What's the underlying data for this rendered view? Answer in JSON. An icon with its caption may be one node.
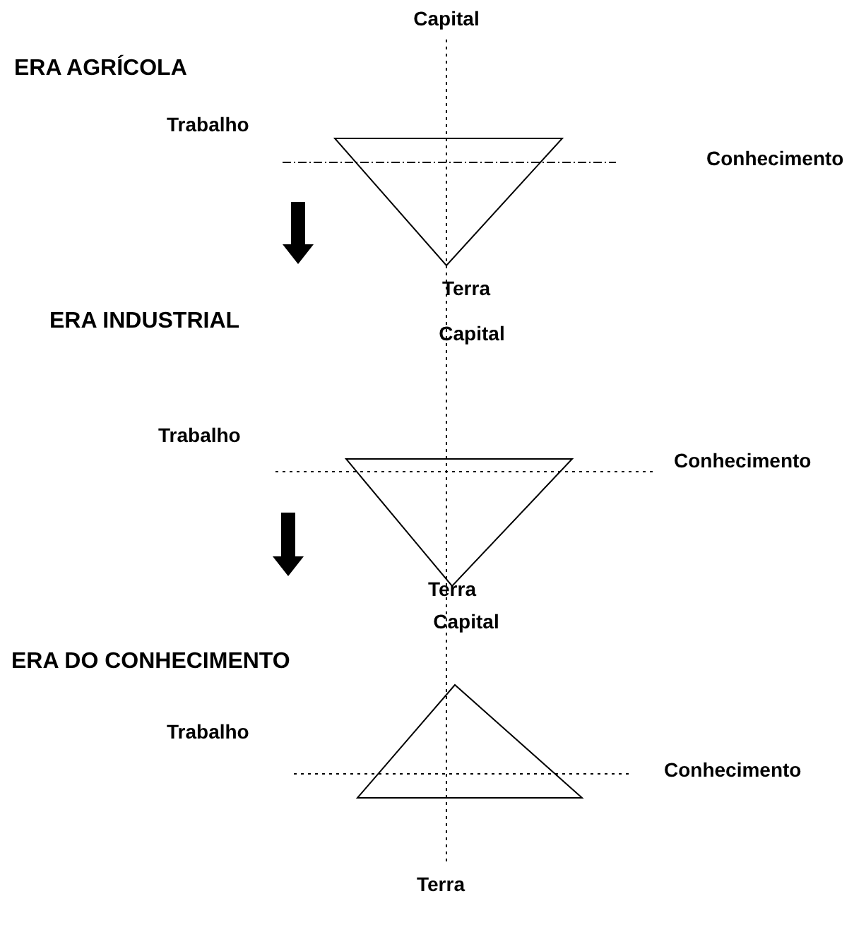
{
  "diagram": {
    "nodes": [
      {
        "text": [
          "ERA AGRÍCOLA"
        ]
      },
      {
        "text": [
          "ERA INDUSTRIAL"
        ]
      },
      {
        "text": [
          "ERA DO CONHECIMENTO"
        ]
      }
    ],
    "labels": [
      "Capital",
      "Trabalho",
      "Conhecimento",
      "Terra",
      "Capital",
      "Trabalho",
      "Conhecimento",
      "Terra",
      "Capital",
      "Trabalho",
      "Conhecimento",
      "Terra"
    ]
  }
}
